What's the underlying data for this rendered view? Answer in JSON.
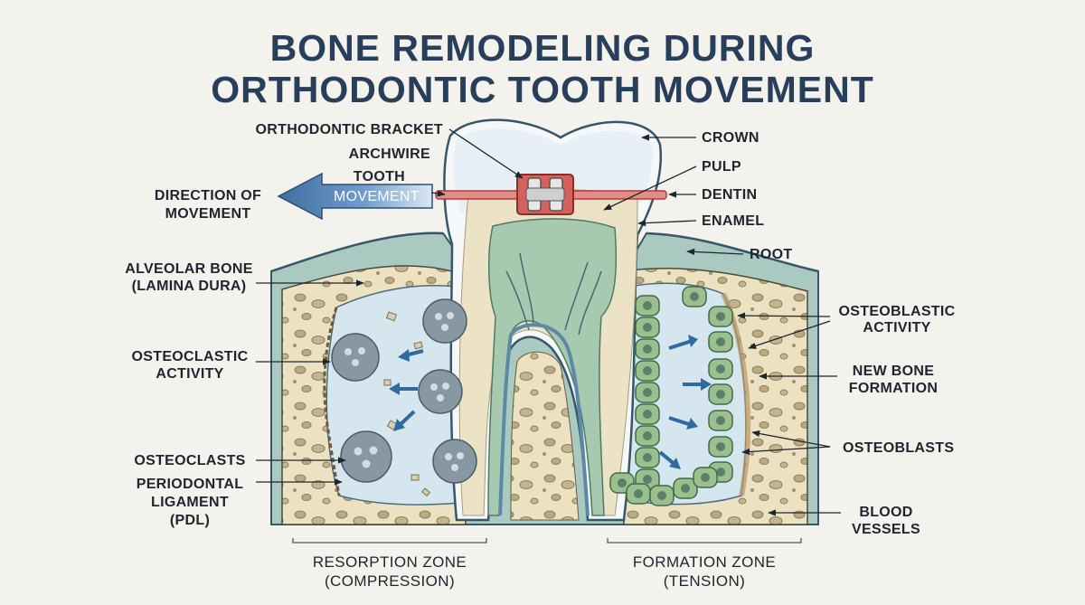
{
  "title": {
    "line1": "BONE REMODELING DURING",
    "line2": "ORTHODONTIC TOOTH MOVEMENT"
  },
  "labels": {
    "bracket": "ORTHODONTIC BRACKET",
    "archwire": "ARCHWIRE",
    "tooth": "TOOTH",
    "movement_arrow": "MOVEMENT",
    "direction_1": "DIRECTION OF",
    "direction_2": "MOVEMENT",
    "crown": "CROWN",
    "pulp": "PULP",
    "dentin": "DENTIN",
    "enamel": "ENAMEL",
    "root": "ROOT",
    "alveolar_1": "ALVEOLAR BONE",
    "alveolar_2": "(LAMINA DURA)",
    "osteoclastic_1": "OSTEOCLASTIC",
    "osteoclastic_2": "ACTIVITY",
    "osteoclasts": "OSTEOCLASTS",
    "pdl_1": "PERIODONTAL",
    "pdl_2": "LIGAMENT",
    "pdl_3": "(PDL)",
    "osteoblastic_1": "OSTEOBLASTIC",
    "osteoblastic_2": "ACTIVITY",
    "newbone_1": "NEW BONE",
    "newbone_2": "FORMATION",
    "osteoblasts": "OSTEOBLASTS",
    "blood_1": "BLOOD",
    "blood_2": "VESSELS"
  },
  "zones": {
    "resorption_1": "RESORPTION ZONE",
    "resorption_2": "(COMPRESSION)",
    "formation_1": "FORMATION ZONE",
    "formation_2": "(TENSION)"
  }
}
